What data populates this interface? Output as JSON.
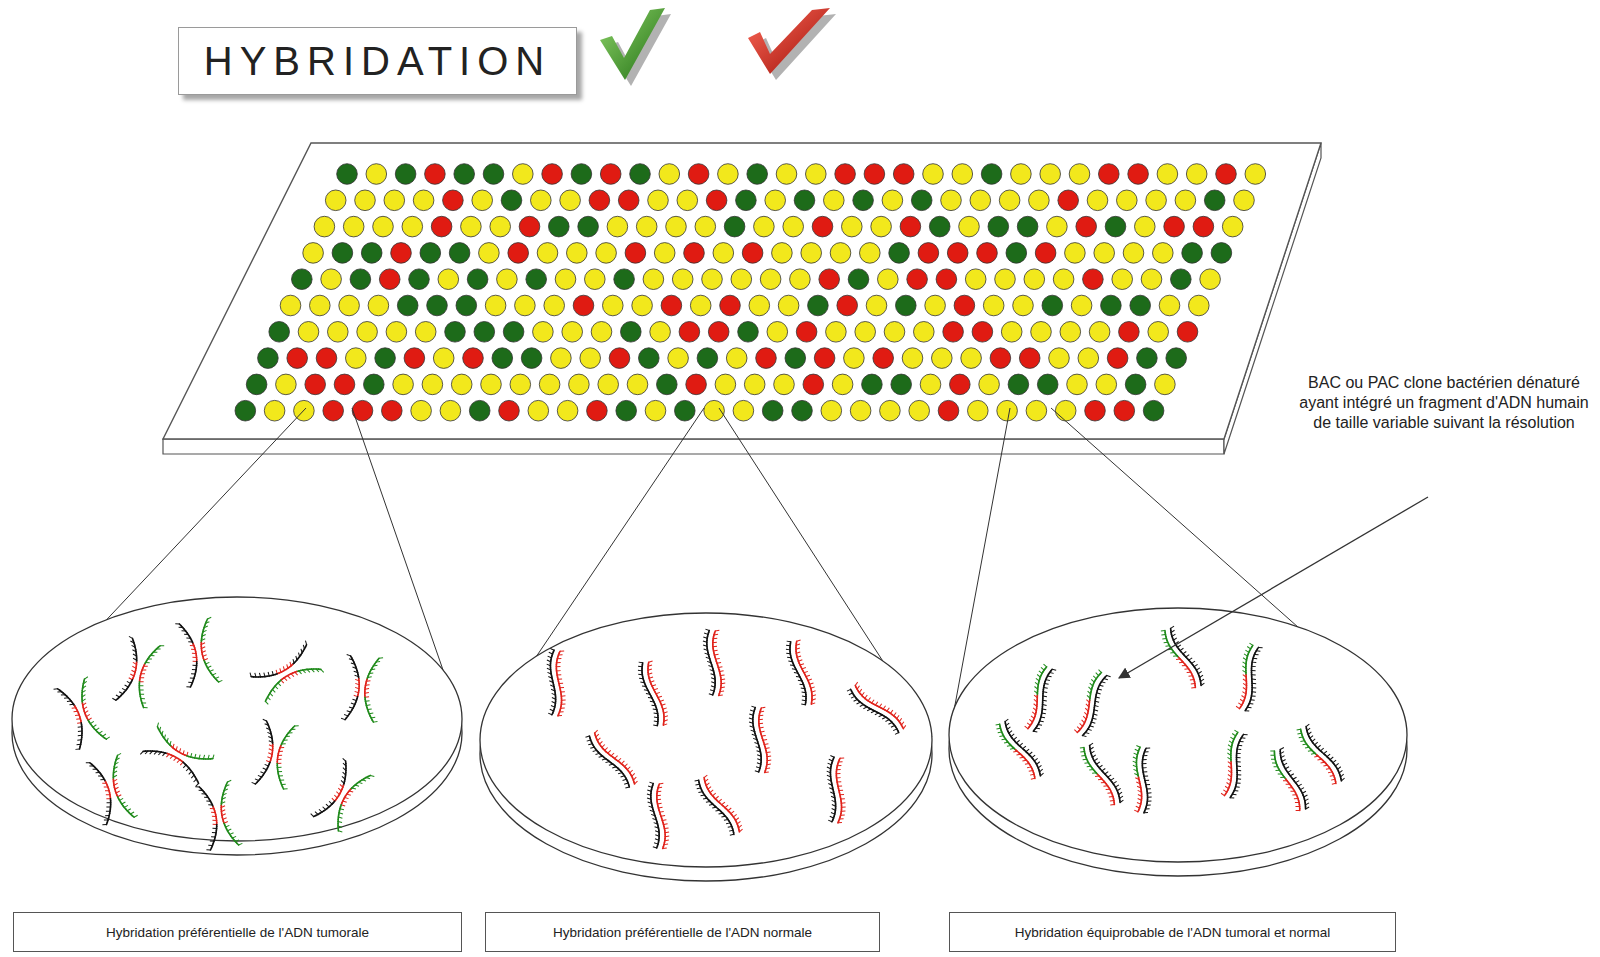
{
  "diagram": {
    "title": "HYBRIDATION",
    "nodes": [
      {
        "text": [
          "Hybridation préférentielle de l'ADN tumorale"
        ]
      },
      {
        "text": [
          "Hybridation préférentielle de l'ADN normale"
        ]
      },
      {
        "text": [
          "Hybridation équiprobable de l'ADN tumoral et normal"
        ]
      }
    ],
    "labels": [
      "BAC ou PAC clone bactérien dénaturé ayant intégré un fragment d'ADN humain de taille variable suivant la résolution"
    ]
  }
}
